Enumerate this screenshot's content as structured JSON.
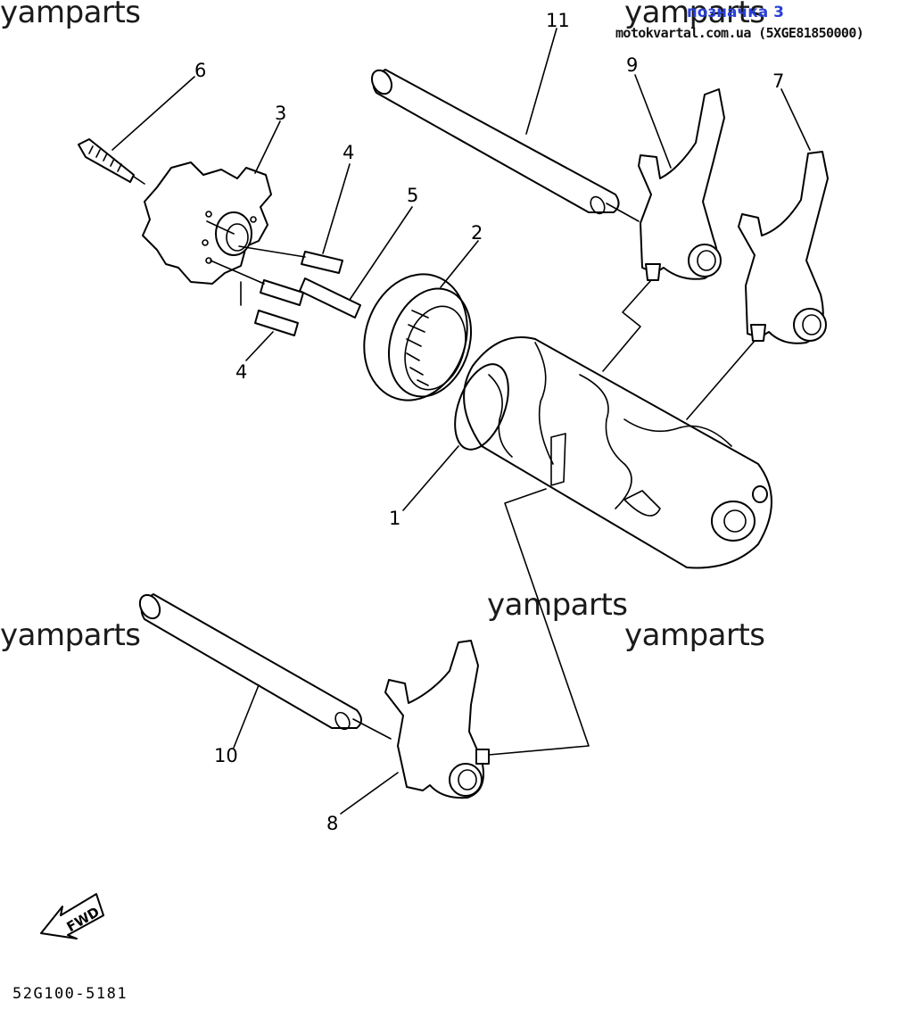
{
  "watermark": "yamparts",
  "header": {
    "label": "позначка 3",
    "source": "motokvartal.com.ua (5XGE81850000)"
  },
  "callouts": {
    "n1": "1",
    "n2": "2",
    "n3": "3",
    "n4a": "4",
    "n4b": "4",
    "n5": "5",
    "n6": "6",
    "n7": "7",
    "n8": "8",
    "n9": "9",
    "n10": "10",
    "n11": "11"
  },
  "fwd_label": "FWD",
  "diagram_code": "52G100-5181"
}
